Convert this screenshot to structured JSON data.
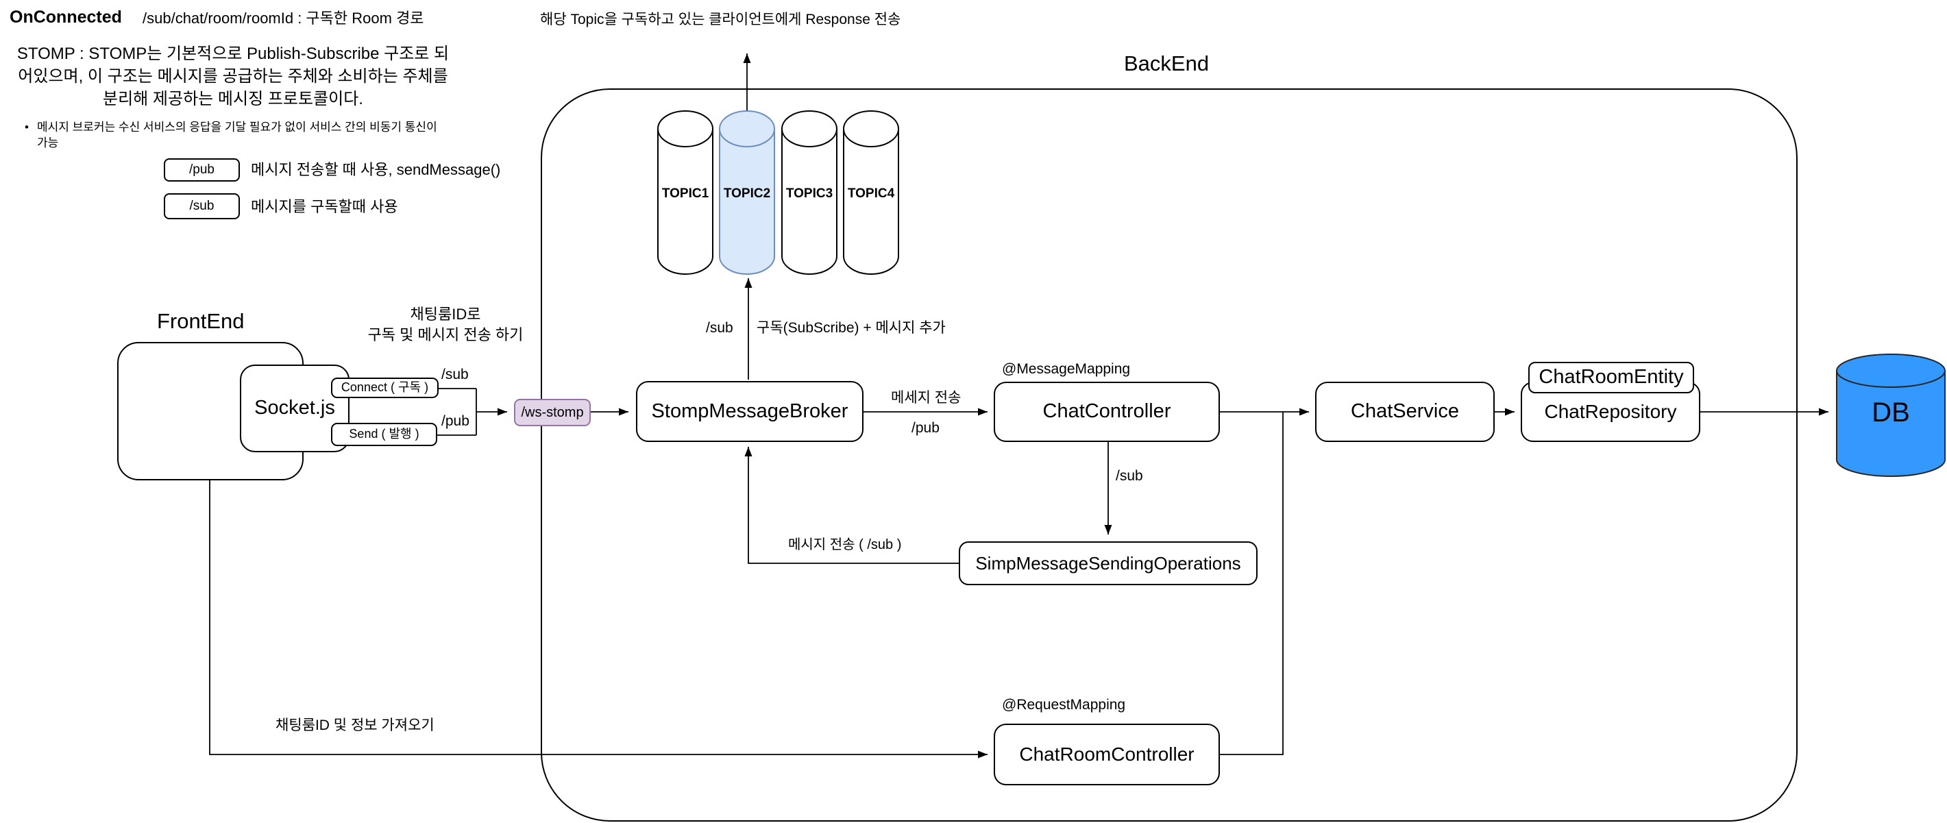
{
  "notes": {
    "on_connected": "OnConnected",
    "room_path": "/sub/chat/room/roomId : 구독한 Room 경로",
    "stomp_description": "STOMP : STOMP는 기본적으로 Publish-Subscribe 구조로 되\n어있으며, 이 구조는 메시지를 공급하는 주체와 소비하는 주체를\n분리해 제공하는 메시징 프로토콜이다.",
    "bullet_marker": "•",
    "bullet_text": "메시지 브로커는 수신 서비스의 응답을 기달 필요가 없이 서비스 간의 비동기 통신이\n가능"
  },
  "legend": {
    "pub_tag": "/pub",
    "pub_desc": "메시지 전송할 때 사용, sendMessage()",
    "sub_tag": "/sub",
    "sub_desc": "메시지를 구독할때 사용"
  },
  "regions": {
    "frontend": "FrontEnd",
    "backend": "BackEnd"
  },
  "annotations": {
    "response_to_clients": "해당 Topic을 구독하고 있는 클라이언트에게 Response 전송",
    "chatroom_subscribe": "채팅룸ID로\n구독 및 메시지 전송 하기",
    "sub_endpoint": "/sub",
    "pub_endpoint": "/pub",
    "sub_broker": "/sub",
    "subscribe_add": "구독(SubScribe) + 메시지 추가",
    "message_send": "메세지 전송",
    "pub_broker": "/pub",
    "message_mapping": "@MessageMapping",
    "sub_to_ops": "/sub",
    "message_send_sub": "메시지 전송 ( /sub )",
    "request_mapping": "@RequestMapping",
    "fetch_room_info": "채팅룸ID 및 정보 가져오기"
  },
  "topics": [
    {
      "label": "TOPIC1"
    },
    {
      "label": "TOPIC2"
    },
    {
      "label": "TOPIC3"
    },
    {
      "label": "TOPIC4"
    }
  ],
  "nodes": {
    "socket": "Socket.js",
    "connect": "Connect ( 구독 )",
    "send": "Send ( 발행 )",
    "ws_stomp": "/ws-stomp",
    "broker": "StompMessageBroker",
    "chat_controller": "ChatController",
    "chat_service": "ChatService",
    "chat_repository": "ChatRepository",
    "chat_room_entity": "ChatRoomEntity",
    "simp_ops": "SimpMessageSendingOperations",
    "chat_room_controller": "ChatRoomController",
    "db": "DB"
  },
  "colors": {
    "topic_highlight_fill": "#dae8fc",
    "topic_highlight_stroke": "#6c8ebf",
    "endpoint_fill": "#e1d5e7",
    "endpoint_stroke": "#9673a6",
    "db_fill": "#3399ff",
    "line": "#000000"
  }
}
